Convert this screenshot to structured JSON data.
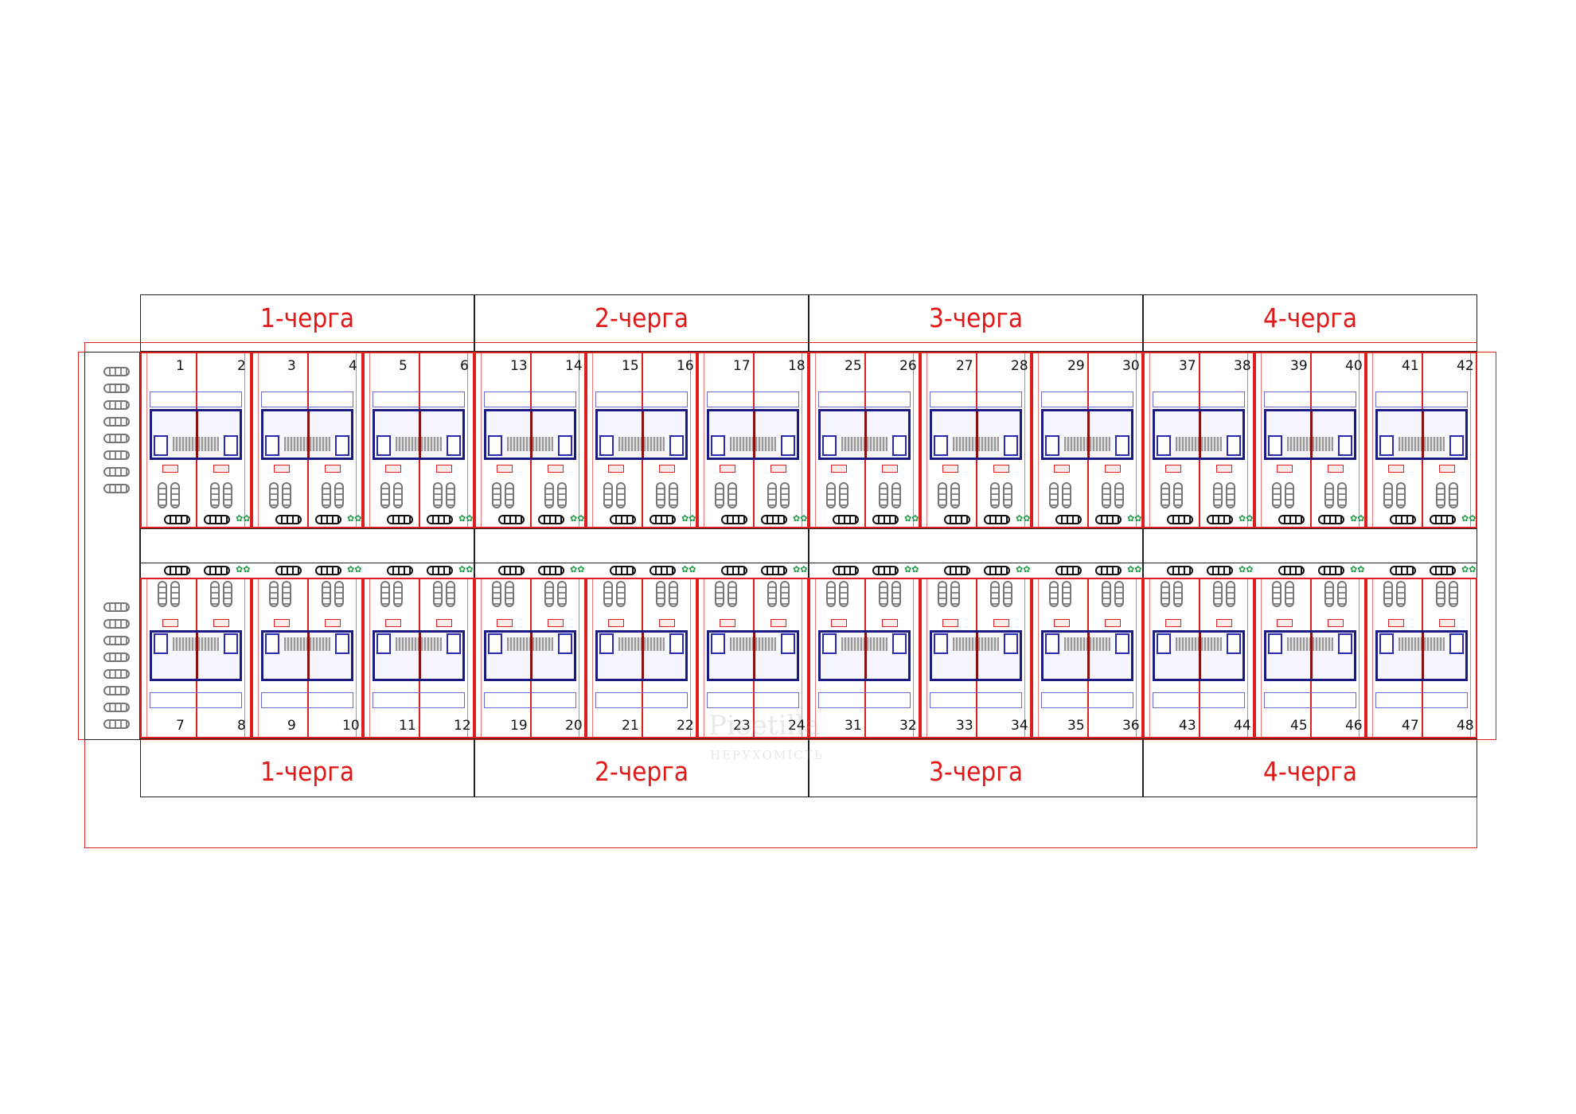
{
  "phases_top": [
    "1-черга",
    "2-черга",
    "3-черга",
    "4-черга"
  ],
  "phases_bottom": [
    "1-черга",
    "2-черга",
    "3-черга",
    "4-черга"
  ],
  "lots_top": [
    [
      1,
      2
    ],
    [
      3,
      4
    ],
    [
      5,
      6
    ],
    [
      13,
      14
    ],
    [
      15,
      16
    ],
    [
      17,
      18
    ],
    [
      25,
      26
    ],
    [
      27,
      28
    ],
    [
      29,
      30
    ],
    [
      37,
      38
    ],
    [
      39,
      40
    ],
    [
      41,
      42
    ]
  ],
  "lots_bottom": [
    [
      7,
      8
    ],
    [
      9,
      10
    ],
    [
      11,
      12
    ],
    [
      19,
      20
    ],
    [
      21,
      22
    ],
    [
      23,
      24
    ],
    [
      31,
      32
    ],
    [
      33,
      34
    ],
    [
      35,
      36
    ],
    [
      43,
      44
    ],
    [
      45,
      46
    ],
    [
      47,
      48
    ]
  ],
  "watermark": {
    "line1": "Pieetilla",
    "line2": "НЕРУХОМІСТЬ"
  },
  "colors": {
    "boundary": "#e02020",
    "frame": "#222222",
    "walls": "#1a1a80",
    "trees": "#1a9a40"
  }
}
